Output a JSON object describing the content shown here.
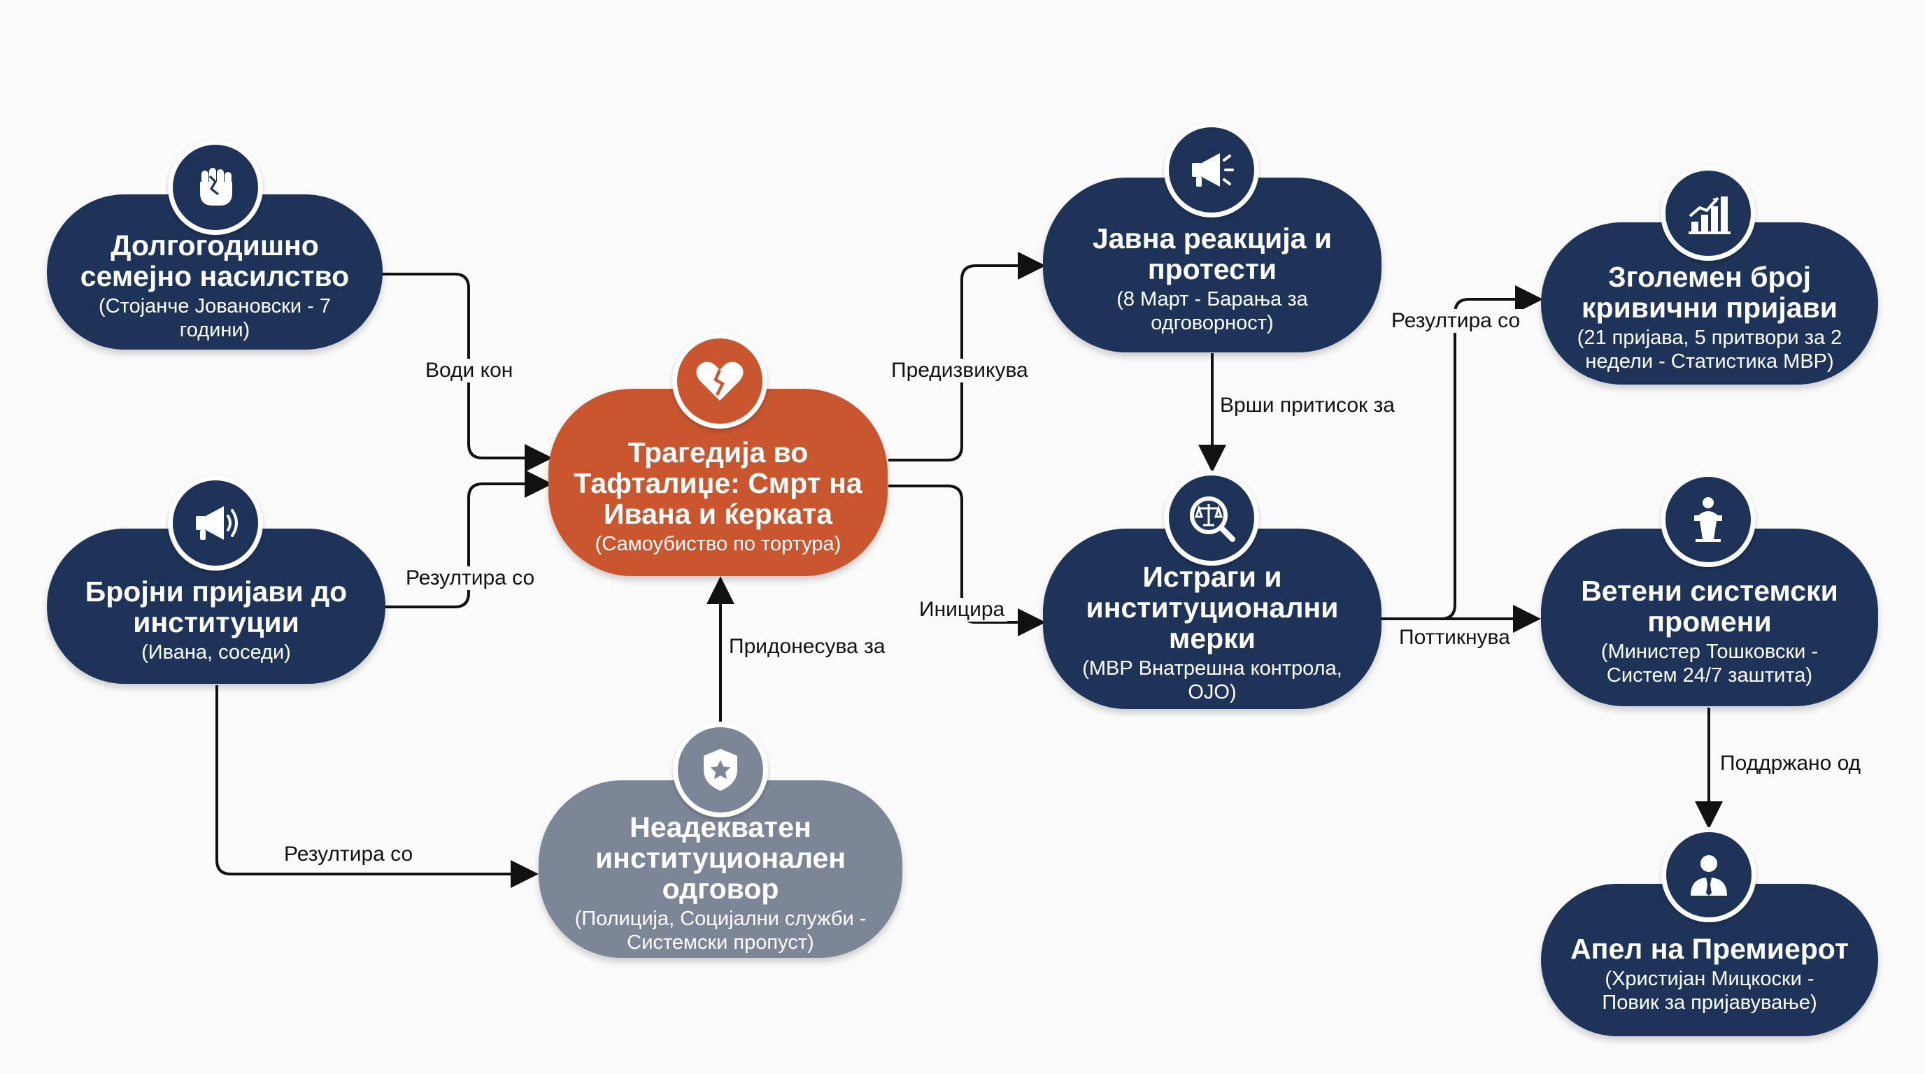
{
  "nodes": {
    "violence": {
      "title": "Долгогодишно\nсемејно насилство",
      "sub": "(Стојанче Јовановски - 7 години)",
      "icon": "fist-icon"
    },
    "reports": {
      "title": "Бројни пријави до\nинституции",
      "sub": "(Ивана, соседи)",
      "icon": "megaphone-icon"
    },
    "tragedy": {
      "title": "Трагедија во\nТафталиџе: Смрт на\nИвана и ќерката",
      "sub": "(Самоубиство по тортура)",
      "icon": "broken-heart-icon"
    },
    "inadequate": {
      "title": "Неадекватен\nинституционален одговор",
      "sub": "(Полиција, Социјални служби -\nСистемски пропуст)",
      "icon": "police-badge-icon"
    },
    "protests": {
      "title": "Јавна реакција и\nпротести",
      "sub": "(8 Март - Барања за\nодговорност)",
      "icon": "megaphone-icon"
    },
    "investigations": {
      "title": "Истраги и\nинституционални\nмерки",
      "sub": "(МВР Внатрешна контрола, ОЈО)",
      "icon": "scales-magnifier-icon"
    },
    "increase": {
      "title": "Зголемен број\nкривични пријави",
      "sub": "(21 пријава, 5 притвори за 2\nнедели - Статистика МВР)",
      "icon": "bar-chart-icon"
    },
    "reforms": {
      "title": "Ветени системски\nпромени",
      "sub": "(Министер Тошковски -\nСистем 24/7 заштита)",
      "icon": "podium-icon"
    },
    "appeal": {
      "title": "Апел на Премиерот",
      "sub": "(Христијан Мицкоски -\nПовик за пријавување)",
      "icon": "person-icon"
    }
  },
  "edges": {
    "leads_to": "Води кон",
    "results_in_1": "Резултира со",
    "results_in_2": "Резултира со",
    "contributes_to": "Придонесува за",
    "provokes": "Предизвикува",
    "initiates": "Иницира",
    "pressures": "Врши притисок за",
    "results_in_3": "Резултира со",
    "encourages": "Поттикнува",
    "supported_by": "Поддржано од"
  },
  "colors": {
    "navy": "#1e3358",
    "orange": "#c9562f",
    "gray": "#7d8696",
    "arrow": "#111111"
  }
}
